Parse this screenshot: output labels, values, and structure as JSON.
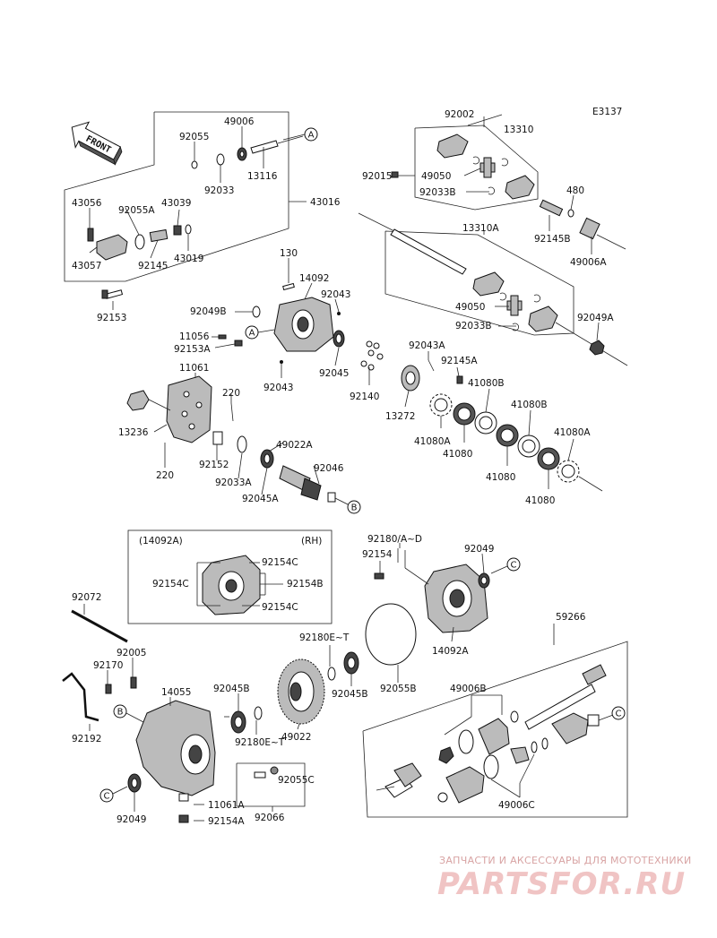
{
  "figure_code": "E3137",
  "front_label": "FRONT",
  "callouts": {
    "a": "A",
    "b": "B",
    "c": "C"
  },
  "boxes": {
    "box_14092a_title": "(14092A)",
    "box_14092a_side": "(RH)"
  },
  "labels": {
    "p92055": "92055",
    "p49006": "49006",
    "p92033": "92033",
    "p13116": "13116",
    "p43016": "43016",
    "p43056": "43056",
    "p92055A": "92055A",
    "p43039": "43039",
    "p43057": "43057",
    "p92145": "92145",
    "p43019": "43019",
    "p92153": "92153",
    "p92002": "92002",
    "p13310": "13310",
    "p92015": "92015",
    "p49050": "49050",
    "p92033B": "92033B",
    "p480": "480",
    "p92145B": "92145B",
    "p49006A": "49006A",
    "p13310A": "13310A",
    "p49050b": "49050",
    "p92033Bb": "92033B",
    "p92049A": "92049A",
    "p130": "130",
    "p14092": "14092",
    "p92043": "92043",
    "p92049B": "92049B",
    "p11056": "11056",
    "p92153A": "92153A",
    "p92045": "92045",
    "p92043b": "92043",
    "p92140": "92140",
    "p92043A": "92043A",
    "p92145A": "92145A",
    "p13272": "13272",
    "p41080B": "41080B",
    "p41080Bb": "41080B",
    "p41080A": "41080A",
    "p41080": "41080",
    "p41080Ab": "41080A",
    "p41080b": "41080",
    "p41080c": "41080",
    "p11061": "11061",
    "p220": "220",
    "p13236": "13236",
    "p92152": "92152",
    "p220b": "220",
    "p92033A": "92033A",
    "p49022A": "49022A",
    "p92046": "92046",
    "p92045A": "92045A",
    "p92154C_1": "92154C",
    "p92154C_2": "92154C",
    "p92154B": "92154B",
    "p92154C_3": "92154C",
    "p92180AD": "92180/A~D",
    "p92154": "92154",
    "p92049": "92049",
    "p14092A": "14092A",
    "p92072": "92072",
    "p92005": "92005",
    "p92170": "92170",
    "p14055": "14055",
    "p92192": "92192",
    "p92045B": "92045B",
    "p92180ET": "92180E~T",
    "p92180ETb": "92180E~T",
    "p92045Bb": "92045B",
    "p49022": "49022",
    "p92055B": "92055B",
    "p92055C": "92055C",
    "p11061A": "11061A",
    "p92154A": "92154A",
    "p92066": "92066",
    "p92049b": "92049",
    "p59266": "59266",
    "p49006B": "49006B",
    "p49006C": "49006C"
  },
  "watermark": {
    "tagline": "ЗАПЧАСТИ И АКСЕССУАРЫ ДЛЯ МОТОТЕХНИКИ",
    "brand": "PARTSFOR.RU"
  }
}
